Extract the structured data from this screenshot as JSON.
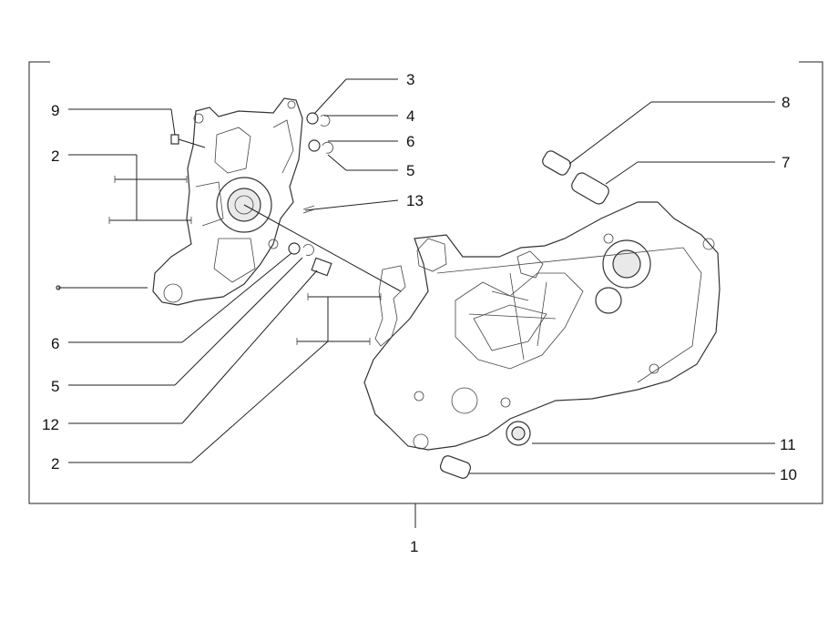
{
  "diagram": {
    "callouts": {
      "c1": "1",
      "c2a": "2",
      "c2b": "2",
      "c3": "3",
      "c4": "4",
      "c5a": "5",
      "c5b": "5",
      "c6a": "6",
      "c6b": "6",
      "c7": "7",
      "c8": "8",
      "c9": "9",
      "c10": "10",
      "c11": "11",
      "c12": "12",
      "c13": "13"
    }
  }
}
